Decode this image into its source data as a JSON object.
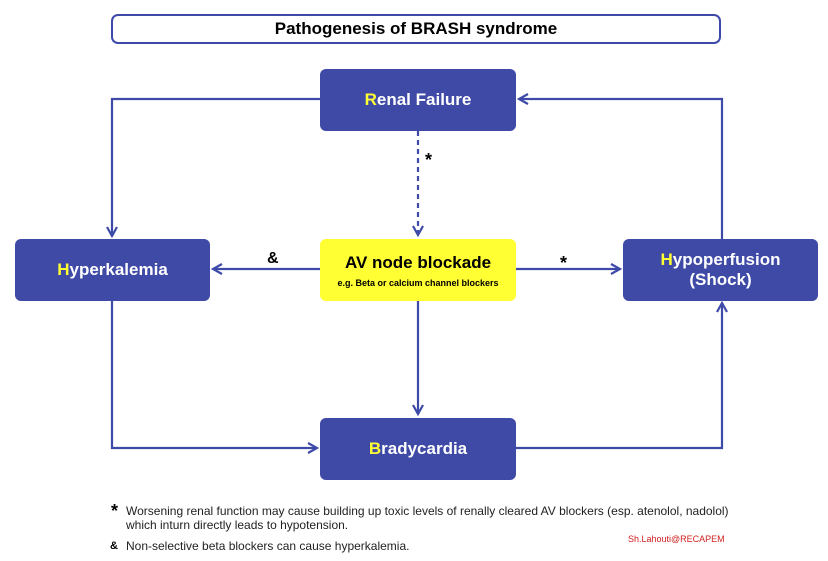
{
  "title": "Pathogenesis of BRASH syndrome",
  "nodes": {
    "renal": {
      "initial": "R",
      "rest": "enal Failure"
    },
    "hyperkalemia": {
      "initial": "H",
      "rest": "yperkalemia"
    },
    "hypoperfusion": {
      "initial": "H",
      "rest": "ypoperfusion",
      "line2": "(Shock)"
    },
    "bradycardia": {
      "initial": "B",
      "rest": "radycardia"
    },
    "av_node": {
      "title": "AV node blockade",
      "subtitle": "e.g. Beta or calcium channel blockers"
    }
  },
  "edge_marks": {
    "renal_to_av": "*",
    "av_to_hyperkalemia": "&",
    "av_to_hypoperfusion": "*"
  },
  "footnotes": [
    {
      "mark": "*",
      "line1": "Worsening renal function may cause building up toxic levels of renally cleared AV blockers (esp. atenolol, nadolol)",
      "line2": "which inturn directly leads to hypotension."
    },
    {
      "mark": "&",
      "line1": "Non-selective beta blockers can cause hyperkalemia."
    }
  ],
  "credit": "Sh.Lahouti@RECAPEM",
  "colors": {
    "node_fill": "#3f4aa6",
    "arrow": "#3d4aa8",
    "highlight": "#ffff33",
    "credit": "#d22020"
  }
}
